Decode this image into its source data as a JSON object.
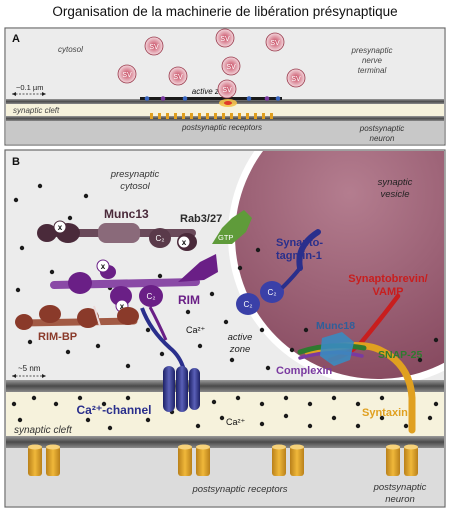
{
  "title": "Organisation de la machinerie de libération présynaptique",
  "panel_a": {
    "letter": "A",
    "cytosol": "cytosol",
    "terminal_l1": "presynaptic",
    "terminal_l2": "nerve",
    "terminal_l3": "terminal",
    "scale": "~0.1 µm",
    "active_zone": "active zone",
    "cleft": "synaptic cleft",
    "receptors": "postsynaptic receptors",
    "neuron_l1": "postsynaptic",
    "neuron_l2": "neuron",
    "sv": "SV"
  },
  "panel_b": {
    "letter": "B",
    "cytosol_l1": "presynaptic",
    "cytosol_l2": "cytosol",
    "vesicle_l1": "synaptic",
    "vesicle_l2": "vesicle",
    "munc13": "Munc13",
    "rab": "Rab3/27",
    "gtp": "GTP",
    "syt_l1": "Synapto-",
    "syt_l2": "tagmin-1",
    "rim": "RIM",
    "rimbp": "RIM-BP",
    "syb_l1": "Synaptobrevin/",
    "syb_l2": "VAMP",
    "munc18": "Munc18",
    "snap25": "SNAP-25",
    "complexin": "Complexin",
    "syntaxin": "Syntaxin",
    "active_l1": "active",
    "active_l2": "zone",
    "scale": "~5 nm",
    "ca_channel": "Ca²⁺-channel",
    "ca": "Ca²⁺",
    "cleft": "synaptic cleft",
    "receptors": "postsynaptic receptors",
    "neuron_l1": "postsynaptic",
    "neuron_l2": "neuron",
    "c2": "C₂",
    "x": "x"
  },
  "colors": {
    "munc13": "#4a2a3a",
    "rab": "#5f9b3a",
    "synaptotagmin": "#2a2f8c",
    "rim": "#6a1f86",
    "rim_bp": "#8a3a2a",
    "synaptobrevin": "#c81e1e",
    "munc18": "#3a8bc0",
    "snap25": "#2f7a2f",
    "complexin": "#7a3aa0",
    "syntaxin": "#e0a020",
    "vesicle": "#9a5a70",
    "membrane": "#5e5e5e",
    "cleft": "#f6f2dc",
    "receptor": "#e0a020"
  }
}
